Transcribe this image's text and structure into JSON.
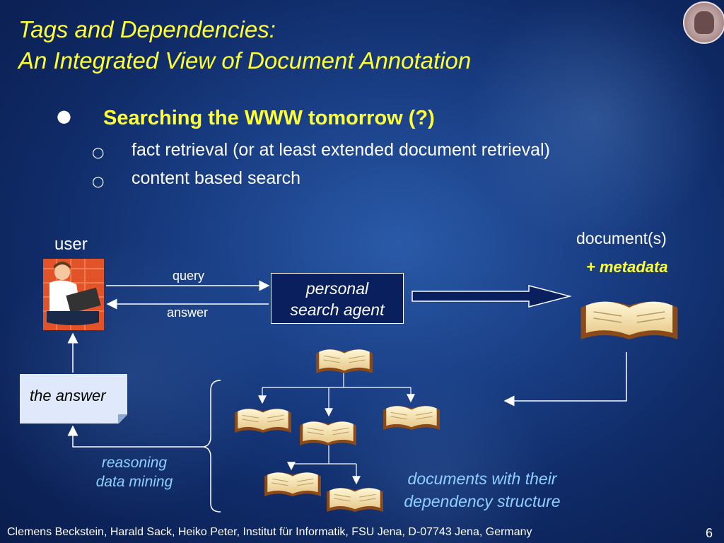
{
  "slide": {
    "title_line1": "Tags and Dependencies:",
    "title_line2": "An Integrated View of Document Annotation",
    "bullet_main": "Searching the WWW tomorrow (?)",
    "sub_bullets": [
      "fact retrieval (or at least extended document retrieval)",
      "content based search"
    ],
    "bullet_symbol_main": "●",
    "bullet_symbol_sub": "○"
  },
  "diagram": {
    "user_label": "user",
    "query_label": "query",
    "answer_label": "answer",
    "agent_line1": "personal",
    "agent_line2": "search agent",
    "documents_label": "document(s)",
    "metadata_label": "+ metadata",
    "answer_card": "the answer",
    "reasoning_line1": "reasoning",
    "reasoning_line2": "data mining",
    "structure_line1": "documents with their",
    "structure_line2": "dependency structure"
  },
  "footer": {
    "authors": "Clemens Beckstein, Harald Sack, Heiko Peter, Institut für Informatik, FSU Jena, D-07743 Jena, Germany",
    "page_number": "6"
  },
  "colors": {
    "title": "#ffff33",
    "accent_blue": "#8fd0ff",
    "metadata": "#ffff33"
  }
}
